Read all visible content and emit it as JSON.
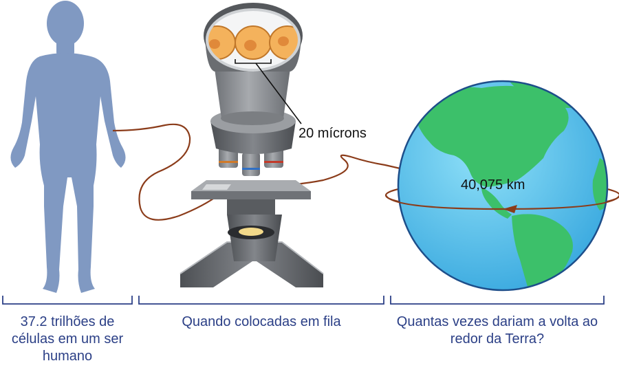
{
  "figure": {
    "cell_scale_label": "20 mícrons",
    "earth_circumference_label": "40,075 km",
    "captions": {
      "human": "37.2 trilhões de células em um ser humano",
      "microscope": "Quando colocadas em fila",
      "earth": "Quantas vezes dariam a volta ao redor da Terra?"
    }
  },
  "colors": {
    "human_silhouette": "#8099c2",
    "thread": "#8b3c1a",
    "caption_text": "#2b3f86",
    "bracket": "#2b3f86",
    "ocean": "#5fc8ec",
    "land": "#3cc06a",
    "cell": "#f4b25c",
    "microscope_body": "#8a8d92"
  },
  "icons": [
    "human-silhouette-icon",
    "microscope-icon",
    "earth-globe-icon",
    "cell-icon"
  ]
}
